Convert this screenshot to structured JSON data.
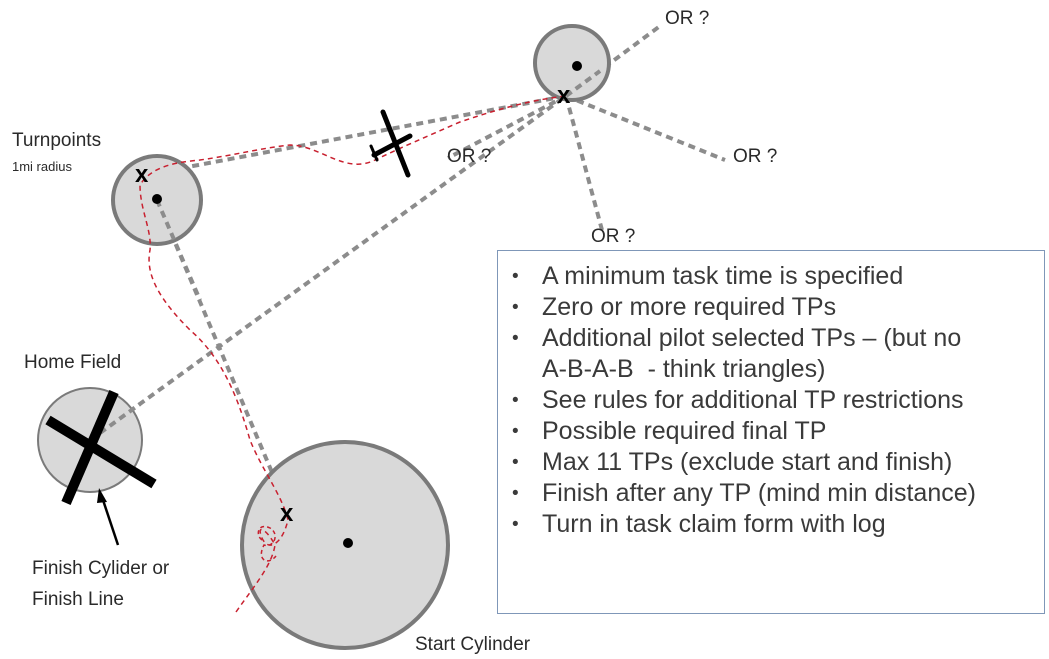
{
  "labels": {
    "turnpoints": "Turnpoints",
    "radius": "1mi radius",
    "home_field": "Home Field",
    "finish_line1": "Finish Cylider or",
    "finish_line2": "Finish Line",
    "start_cylinder": "Start Cylinder",
    "or_options": [
      "OR ?",
      "OR ?",
      "OR ?",
      "OR ?"
    ]
  },
  "rules": [
    {
      "bullet": "•",
      "text": "A minimum task time is specified"
    },
    {
      "bullet": "•",
      "text": "Zero or more required TPs"
    },
    {
      "bullet": "•",
      "text": "Additional pilot selected TPs – (but no"
    },
    {
      "bullet": "",
      "text": "A-B-A-B  - think triangles)"
    },
    {
      "bullet": "•",
      "text": "See rules for additional TP restrictions"
    },
    {
      "bullet": "•",
      "text": "Possible required final TP"
    },
    {
      "bullet": "•",
      "text": "Max 11 TPs (exclude start and finish)"
    },
    {
      "bullet": "•",
      "text": "Finish after any TP (mind min distance)"
    },
    {
      "bullet": "•",
      "text": "Turn in task claim form with log"
    }
  ],
  "markers": {
    "achieved_point": "x"
  },
  "colors": {
    "cylinder_fill": "#d9d9d9",
    "cylinder_stroke": "#7a7a7a",
    "dashed_course": "#8c8c8c",
    "flight_track": "#c8202f",
    "box_border": "#7f97b8"
  }
}
